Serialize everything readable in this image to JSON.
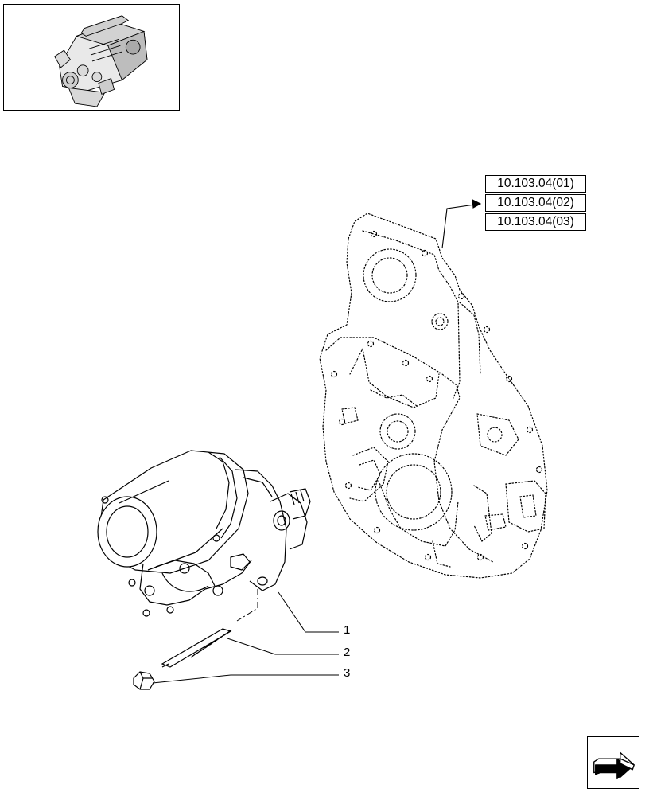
{
  "references": [
    "10.103.04(01)",
    "10.103.04(02)",
    "10.103.04(03)"
  ],
  "callouts": [
    "1",
    "2",
    "3"
  ],
  "icons": {
    "thumbnail": "engine-thumbnail-icon",
    "navigation": "next-page-arrow-icon"
  }
}
